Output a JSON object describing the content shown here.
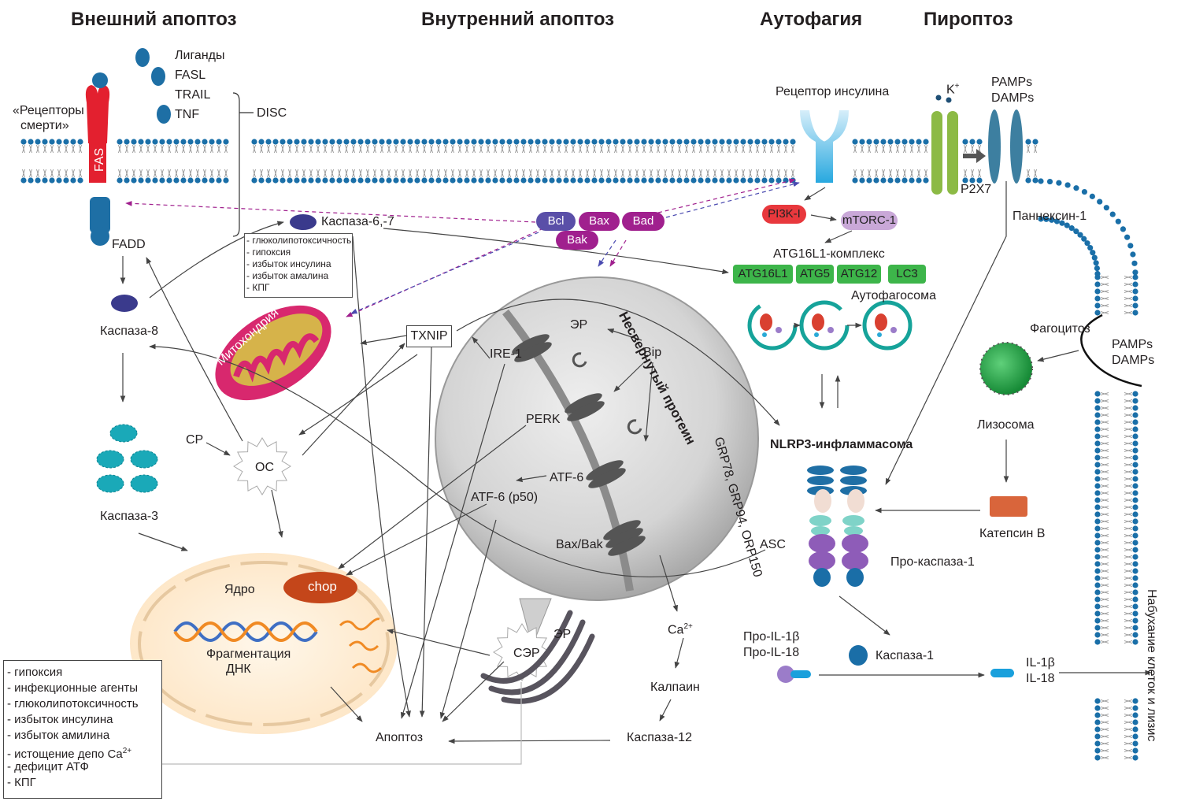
{
  "headers": {
    "extrinsic": "Внешний апоптоз",
    "intrinsic": "Внутренний апоптоз",
    "autophagy": "Аутофагия",
    "pyroptosis": "Пироптоз"
  },
  "extrinsic": {
    "ligands": "Лиганды",
    "fasl": "FASL",
    "trail": "TRAIL",
    "tnf": "TNF",
    "disc": "DISC",
    "death_receptors_1": "«Рецепторы",
    "death_receptors_2": "смерти»",
    "fas": "FAS",
    "fadd": "FADD",
    "caspase8": "Каспаза-8",
    "caspase3": "Каспаза-3",
    "caspase67": "Каспаза-6,-7",
    "stress_list": [
      "- глюколипотоксичность",
      "- гипоксия",
      "- избыток инсулина",
      "- избыток амалина",
      "- КПГ"
    ]
  },
  "intrinsic": {
    "bcl": "Bcl",
    "bax": "Bax",
    "bad": "Bad",
    "bak": "Bak",
    "mitochondria": "Митохондрия",
    "txnip": "TXNIP",
    "ire1": "IRE-1",
    "er_top": "ЭР",
    "bip": "Bip",
    "perk": "PERK",
    "atf6": "ATF-6",
    "atf6_p50": "ATF-6 (p50)",
    "bax_bak": "Bax/Bak",
    "unfolded": "Несвернутый протеин",
    "grp": "GRP78, GRP94, ORP150",
    "cp": "СР",
    "oc": "ОС",
    "nucleus": "Ядро",
    "chop": "chop",
    "dna_frag_1": "Фрагментация",
    "dna_frag_2": "ДНК",
    "ser": "СЭР",
    "er_bottom": "ЭР",
    "ca": "Ca",
    "ca_sup": "2+",
    "calpain": "Калпаин",
    "caspase12": "Каспаза-12",
    "apoptosis": "Апоптоз"
  },
  "autophagy": {
    "insulin_receptor": "Рецептор инсулина",
    "pi3k": "PI3K-I",
    "mtorc1": "mTORC-1",
    "atg_complex": "ATG16L1-комплекс",
    "atg_items": [
      "ATG16L1",
      "ATG5",
      "ATG12",
      "LC3"
    ],
    "autophagosome": "Аутофагосома",
    "nlrp3": "NLRP3-инфламмасома",
    "asc": "ASC",
    "pro_caspase1": "Про-каспаза-1",
    "caspase1": "Каспаза-1",
    "pro_il1b": "Про-IL-1β",
    "pro_il18": "Про-IL-18",
    "il1b": "IL-1β",
    "il18": "IL-18"
  },
  "pyroptosis": {
    "k": "K",
    "k_sup": "+",
    "pamps": "PAMPs",
    "damps": "DAMPs",
    "p2x7": "P2X7",
    "pannexin": "Паннексин-1",
    "phagocytosis": "Фагоцитоз",
    "pamps2": "PAMPs",
    "damps2": "DAMPs",
    "lysosome": "Лизосома",
    "cathepsin": "Катепсин В",
    "swelling": "Набухание клеток и лизис"
  },
  "bottom_list": [
    "- гипоксия",
    "- инфекционные агенты",
    "- глюколипотоксичность",
    "- избыток инсулина",
    "- избыток амилина",
    "- истощение депо Ca",
    "- дефицит АТФ",
    "- КПГ"
  ],
  "bottom_list_sup": "2+",
  "colors": {
    "membrane_head": "#1a6fa8",
    "receptor_red": "#e3202f",
    "receptor_blue": "#1e6fa5",
    "caspase_dark": "#3a3a8c",
    "caspase3": "#1aa9b8",
    "purple": "#7b2d8e",
    "bcl_purple": "#5a4fa8",
    "pi3k_red": "#e8383d",
    "mtorc_lilac": "#c9a8d8",
    "atg_green": "#3db54a",
    "p2x7_green": "#8cba45",
    "pannexin_blue": "#3d7fa0",
    "lysosome_green": "#2ea84a",
    "cathepsin": "#d9653b",
    "chop": "#c4461a",
    "mito": "#d6b34a",
    "mito_outer": "#d8286e"
  }
}
